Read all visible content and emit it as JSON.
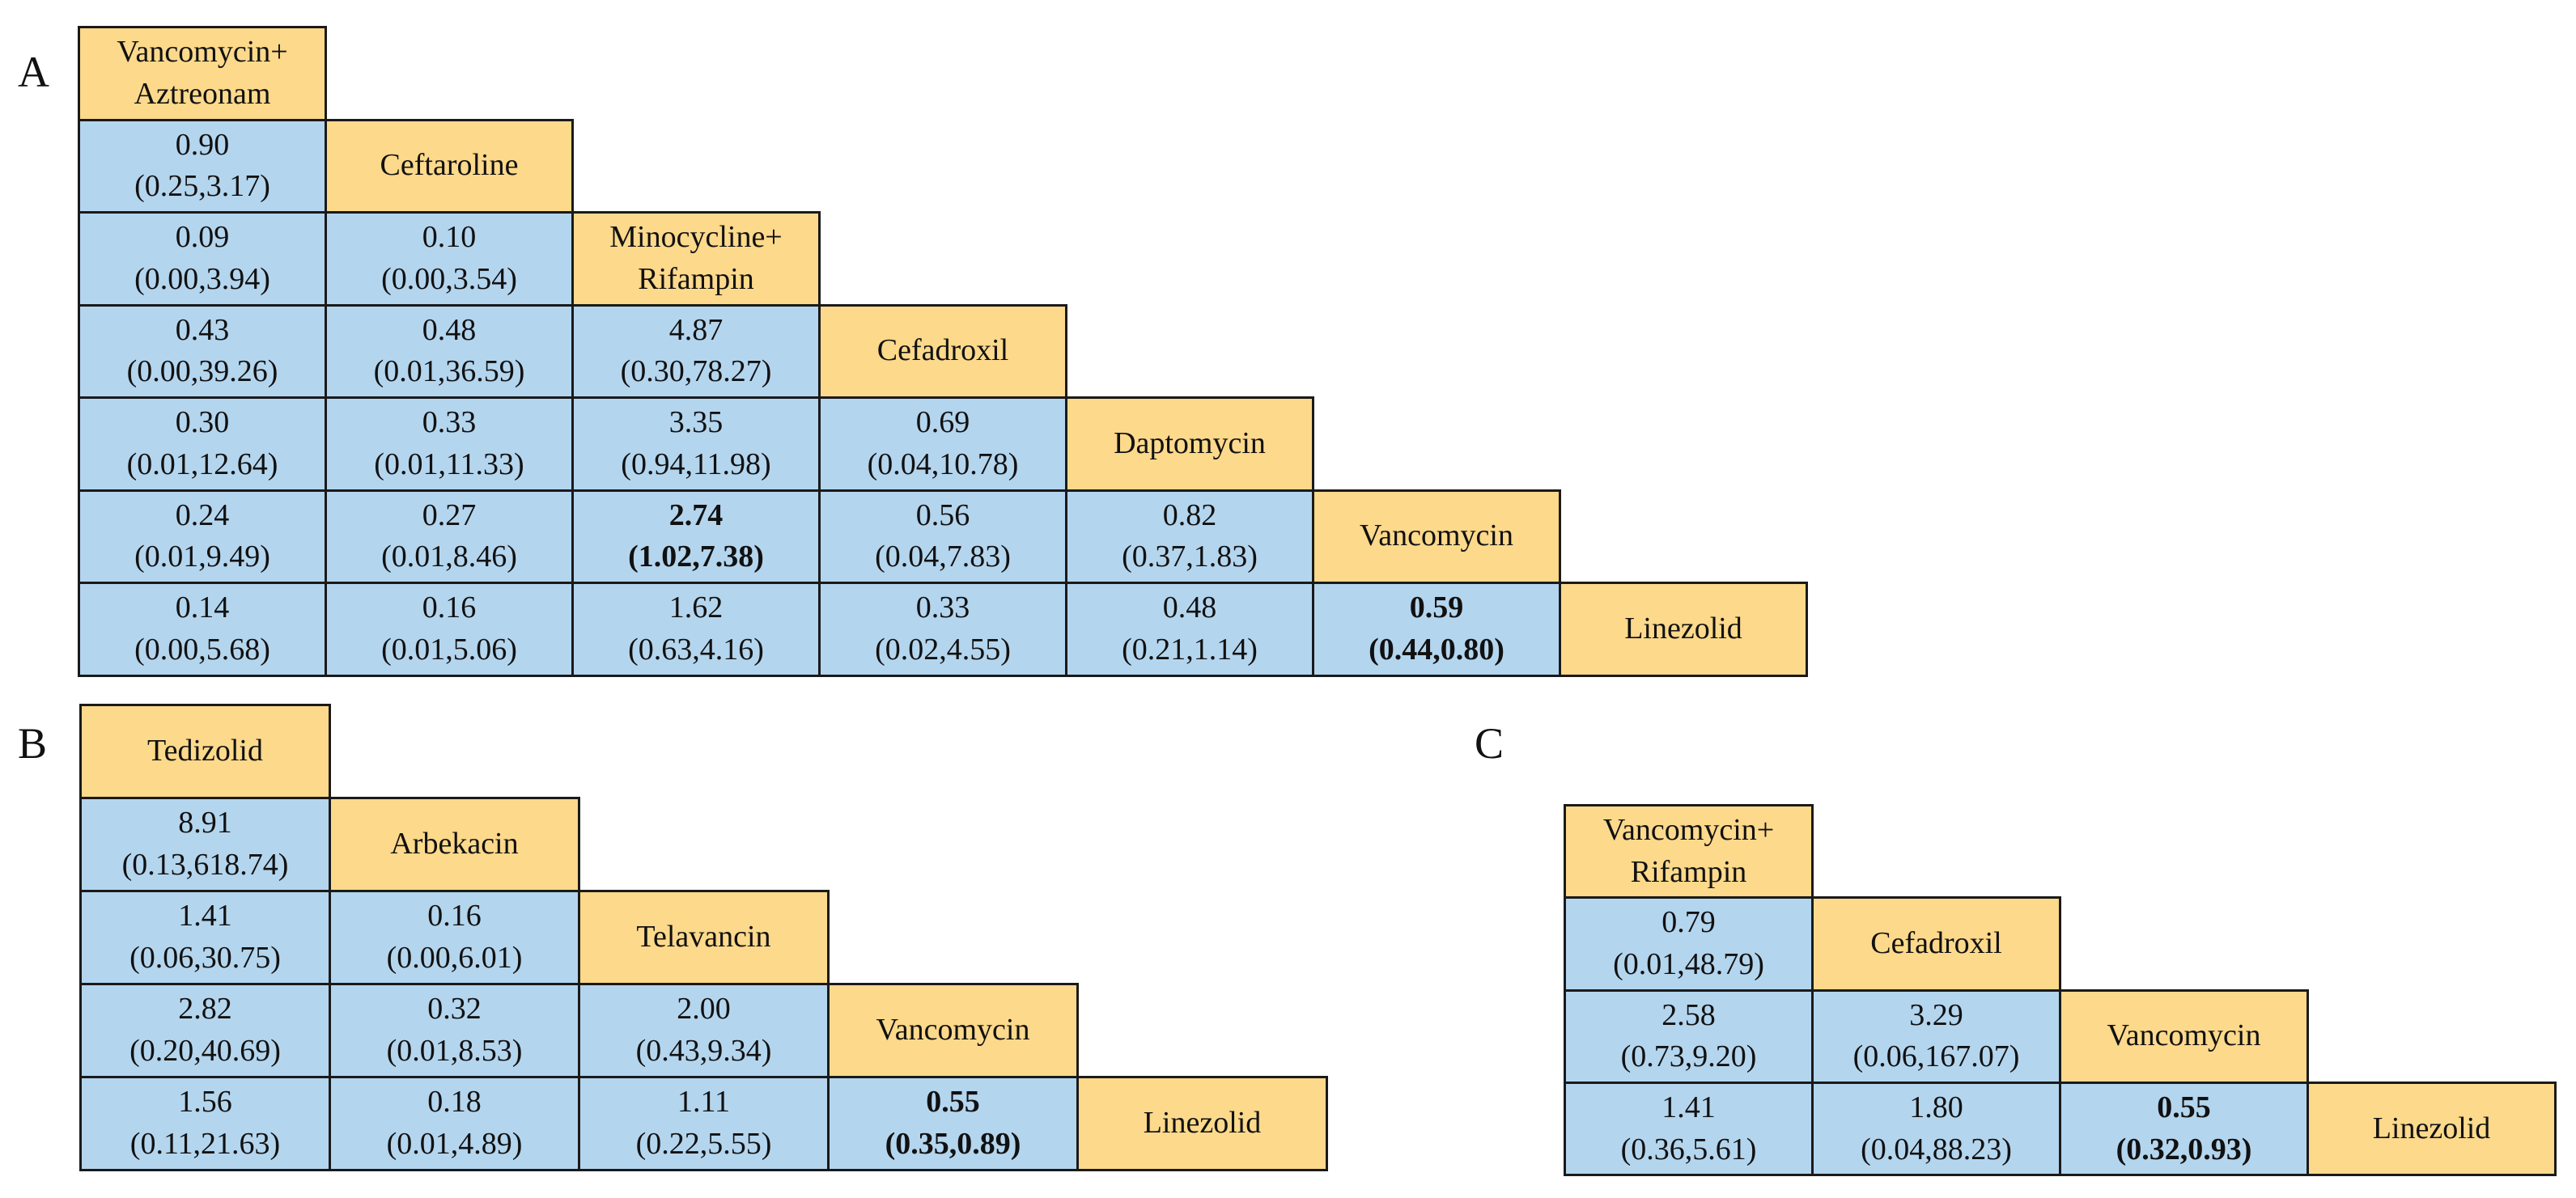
{
  "colors": {
    "drug_cell": "#fcd98b",
    "value_cell": "#b4d5ee",
    "border": "#1a1a1a"
  },
  "panels": [
    {
      "label": "A",
      "treatments": [
        [
          "Vancomycin+",
          "Aztreonam"
        ],
        [
          "Ceftaroline"
        ],
        [
          "Minocycline+",
          "Rifampin"
        ],
        [
          "Cefadroxil"
        ],
        [
          "Daptomycin"
        ],
        [
          "Vancomycin"
        ],
        [
          "Linezolid"
        ]
      ],
      "comparisons": [
        [
          [
            "0.90",
            "(0.25,3.17)",
            false
          ]
        ],
        [
          [
            "0.09",
            "(0.00,3.94)",
            false
          ],
          [
            "0.10",
            "(0.00,3.54)",
            false
          ]
        ],
        [
          [
            "0.43",
            "(0.00,39.26)",
            false
          ],
          [
            "0.48",
            "(0.01,36.59)",
            false
          ],
          [
            "4.87",
            "(0.30,78.27)",
            false
          ]
        ],
        [
          [
            "0.30",
            "(0.01,12.64)",
            false
          ],
          [
            "0.33",
            "(0.01,11.33)",
            false
          ],
          [
            "3.35",
            "(0.94,11.98)",
            false
          ],
          [
            "0.69",
            "(0.04,10.78)",
            false
          ]
        ],
        [
          [
            "0.24",
            "(0.01,9.49)",
            false
          ],
          [
            "0.27",
            "(0.01,8.46)",
            false
          ],
          [
            "2.74",
            "(1.02,7.38)",
            true
          ],
          [
            "0.56",
            "(0.04,7.83)",
            false
          ],
          [
            "0.82",
            "(0.37,1.83)",
            false
          ]
        ],
        [
          [
            "0.14",
            "(0.00,5.68)",
            false
          ],
          [
            "0.16",
            "(0.01,5.06)",
            false
          ],
          [
            "1.62",
            "(0.63,4.16)",
            false
          ],
          [
            "0.33",
            "(0.02,4.55)",
            false
          ],
          [
            "0.48",
            "(0.21,1.14)",
            false
          ],
          [
            "0.59",
            "(0.44,0.80)",
            true
          ]
        ]
      ]
    },
    {
      "label": "B",
      "treatments": [
        [
          "Tedizolid"
        ],
        [
          "Arbekacin"
        ],
        [
          "Telavancin"
        ],
        [
          "Vancomycin"
        ],
        [
          "Linezolid"
        ]
      ],
      "comparisons": [
        [
          [
            "8.91",
            "(0.13,618.74)",
            false
          ]
        ],
        [
          [
            "1.41",
            "(0.06,30.75)",
            false
          ],
          [
            "0.16",
            "(0.00,6.01)",
            false
          ]
        ],
        [
          [
            "2.82",
            "(0.20,40.69)",
            false
          ],
          [
            "0.32",
            "(0.01,8.53)",
            false
          ],
          [
            "2.00",
            "(0.43,9.34)",
            false
          ]
        ],
        [
          [
            "1.56",
            "(0.11,21.63)",
            false
          ],
          [
            "0.18",
            "(0.01,4.89)",
            false
          ],
          [
            "1.11",
            "(0.22,5.55)",
            false
          ],
          [
            "0.55",
            "(0.35,0.89)",
            true
          ]
        ]
      ]
    },
    {
      "label": "C",
      "treatments": [
        [
          "Vancomycin+",
          "Rifampin"
        ],
        [
          "Cefadroxil"
        ],
        [
          "Vancomycin"
        ],
        [
          "Linezolid"
        ]
      ],
      "comparisons": [
        [
          [
            "0.79",
            "(0.01,48.79)",
            false
          ]
        ],
        [
          [
            "2.58",
            "(0.73,9.20)",
            false
          ],
          [
            "3.29",
            "(0.06,167.07)",
            false
          ]
        ],
        [
          [
            "1.41",
            "(0.36,5.61)",
            false
          ],
          [
            "1.80",
            "(0.04,88.23)",
            false
          ],
          [
            "0.55",
            "(0.32,0.93)",
            true
          ]
        ]
      ]
    }
  ]
}
